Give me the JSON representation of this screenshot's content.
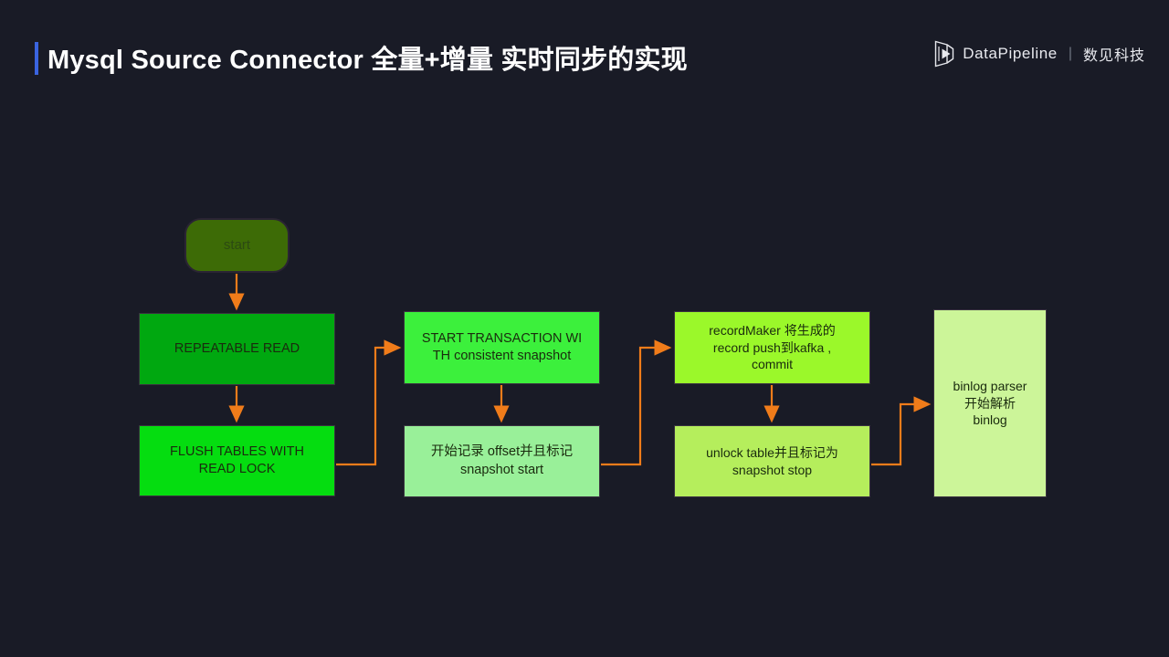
{
  "header": {
    "title": "Mysql Source Connector 全量+增量 实时同步的实现",
    "accent_color": "#3a64e0",
    "brand": {
      "mark_icon": "datapipeline-logo-icon",
      "name": "DataPipeline",
      "separator": "|",
      "name_cn": "数见科技"
    }
  },
  "diagram": {
    "type": "flowchart",
    "background_color": "#191b26",
    "connector_color": "#f07c1a",
    "nodes": [
      {
        "id": "start",
        "label": "start",
        "shape": "rounded",
        "fill": "#3d6b06"
      },
      {
        "id": "repeatable_read",
        "label": "REPEATABLE READ",
        "shape": "rect",
        "fill": "#00a810"
      },
      {
        "id": "flush_tables",
        "label": "FLUSH TABLES WITH\nREAD LOCK",
        "shape": "rect",
        "fill": "#05dd10"
      },
      {
        "id": "start_transaction",
        "label": "START TRANSACTION WI\nTH consistent snapshot",
        "shape": "rect",
        "fill": "#3cf03c"
      },
      {
        "id": "record_offset",
        "label": "开始记录 offset并且标记\nsnapshot start",
        "shape": "rect",
        "fill": "#99f099"
      },
      {
        "id": "record_maker",
        "label": "recordMaker 将生成的\nrecord push到kafka ,\ncommit",
        "shape": "rect",
        "fill": "#9bf82a"
      },
      {
        "id": "unlock_table",
        "label": "unlock table并且标记为\nsnapshot stop",
        "shape": "rect",
        "fill": "#b5ee5c"
      },
      {
        "id": "binlog_parser",
        "label": "binlog parser\n开始解析\nbinlog",
        "shape": "rect",
        "fill": "#ccf599"
      }
    ],
    "edges": [
      {
        "from": "start",
        "to": "repeatable_read",
        "style": "straight-down"
      },
      {
        "from": "repeatable_read",
        "to": "flush_tables",
        "style": "straight-down"
      },
      {
        "from": "flush_tables",
        "to": "start_transaction",
        "style": "right-up-right"
      },
      {
        "from": "start_transaction",
        "to": "record_offset",
        "style": "straight-down"
      },
      {
        "from": "record_offset",
        "to": "record_maker",
        "style": "right-up-right"
      },
      {
        "from": "record_maker",
        "to": "unlock_table",
        "style": "straight-down"
      },
      {
        "from": "unlock_table",
        "to": "binlog_parser",
        "style": "right-up-right"
      }
    ]
  }
}
